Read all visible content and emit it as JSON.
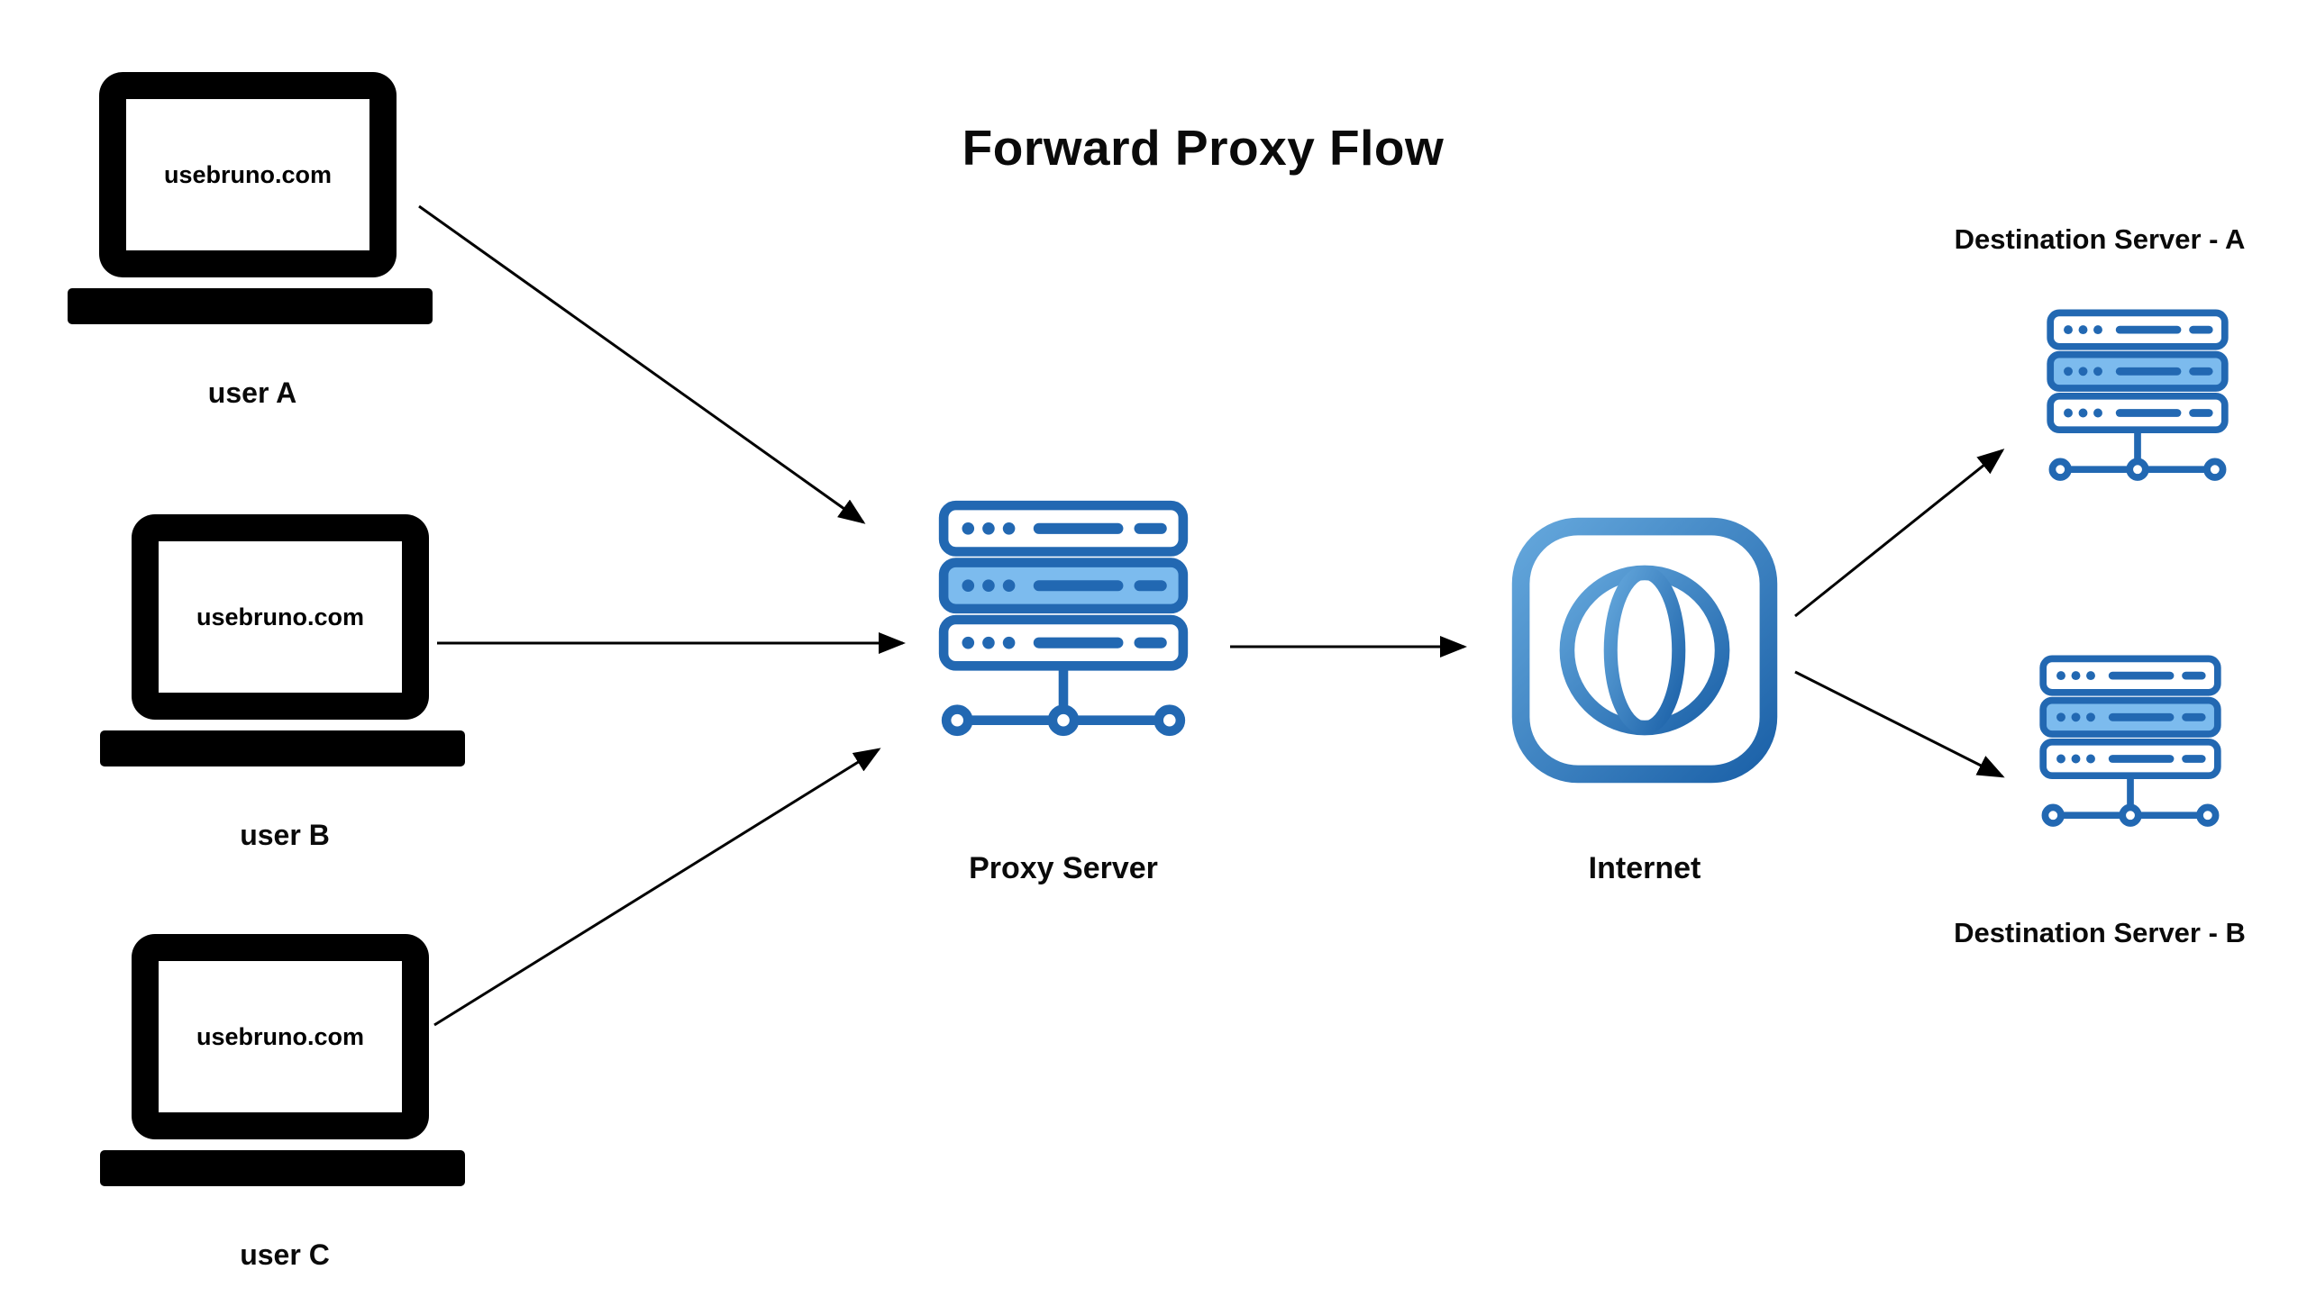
{
  "title": "Forward Proxy Flow",
  "colors": {
    "laptop": "#000000",
    "server_stroke": "#2268b2",
    "server_fill_mid": "#7cbbee",
    "globe_gradient_start": "#64a7dc",
    "globe_gradient_end": "#1b61a8",
    "arrow": "#000000"
  },
  "icons": {
    "user_a": "laptop-icon",
    "user_b": "laptop-icon",
    "user_c": "laptop-icon",
    "proxy": "server-stack-icon",
    "internet": "globe-icon",
    "dest_a": "server-stack-icon",
    "dest_b": "server-stack-icon"
  },
  "nodes": {
    "user_a": {
      "label": "user A",
      "screen_text": "usebruno.com"
    },
    "user_b": {
      "label": "user B",
      "screen_text": "usebruno.com"
    },
    "user_c": {
      "label": "user C",
      "screen_text": "usebruno.com"
    },
    "proxy": {
      "label": "Proxy Server"
    },
    "internet": {
      "label": "Internet"
    },
    "dest_a": {
      "label": "Destination Server - A"
    },
    "dest_b": {
      "label": "Destination Server - B"
    }
  },
  "edges": [
    {
      "from": "user A",
      "to": "Proxy Server"
    },
    {
      "from": "user B",
      "to": "Proxy Server"
    },
    {
      "from": "user C",
      "to": "Proxy Server"
    },
    {
      "from": "Proxy Server",
      "to": "Internet"
    },
    {
      "from": "Internet",
      "to": "Destination Server - A"
    },
    {
      "from": "Internet",
      "to": "Destination Server - B"
    }
  ]
}
